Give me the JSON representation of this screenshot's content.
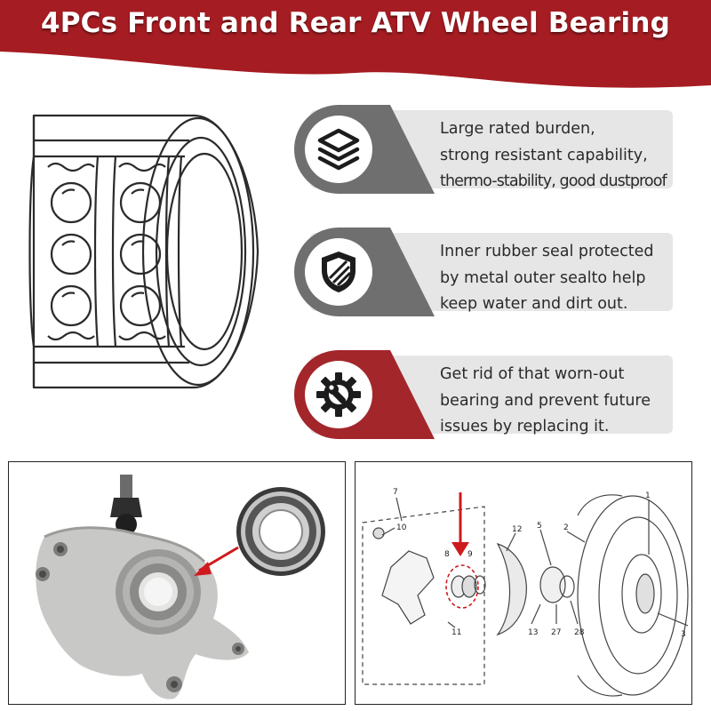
{
  "header": {
    "title": "4PCs Front and Rear ATV Wheel Bearing",
    "background_color": "#a51c22"
  },
  "features": [
    {
      "icon": "layers-icon",
      "lines": [
        "Large rated burden,",
        "strong resistant capability,",
        "thermo-stability, good dustproof"
      ],
      "accent_color": "#6f6f6f"
    },
    {
      "icon": "shield-icon",
      "lines": [
        "Inner rubber seal protected",
        "by metal outer sealto help",
        "keep water and dirt out."
      ],
      "accent_color": "#6f6f6f"
    },
    {
      "icon": "gear-wrench-icon",
      "lines": [
        "Get rid of that worn-out",
        "bearing and prevent future",
        "issues by replacing it."
      ],
      "accent_color": "#a3262b"
    }
  ],
  "diagram": {
    "part_numbers": [
      "1",
      "2",
      "3",
      "5",
      "7",
      "8",
      "9",
      "10",
      "11",
      "12",
      "13",
      "27",
      "28"
    ]
  }
}
